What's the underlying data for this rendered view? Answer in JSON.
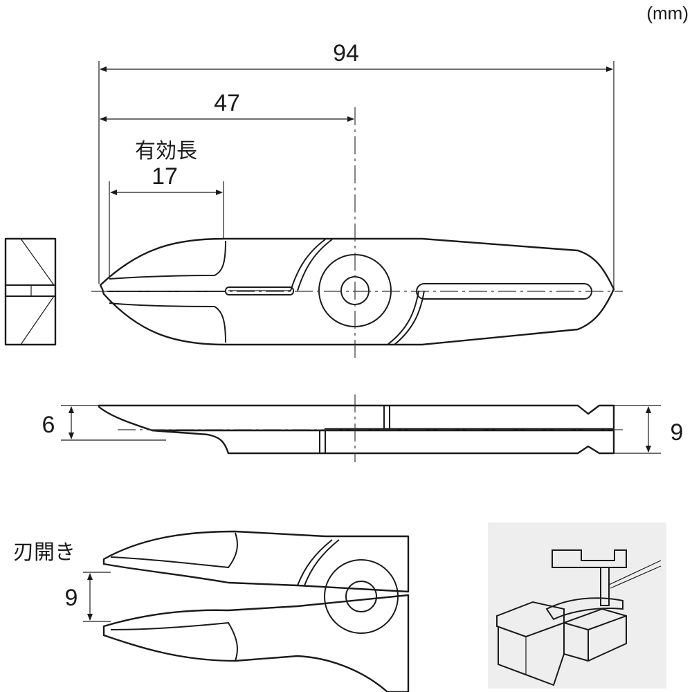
{
  "unit_label": "(mm)",
  "dimensions": {
    "total_length": "94",
    "pivot_distance": "47",
    "effective_length_label": "有効長",
    "effective_length": "17",
    "blade_thickness": "6",
    "body_thickness": "9",
    "jaw_opening_label": "刃開き",
    "jaw_opening": "9"
  },
  "colors": {
    "line": "#1a1a1a",
    "background": "#ffffff",
    "inset_background": "#eeeeee"
  }
}
